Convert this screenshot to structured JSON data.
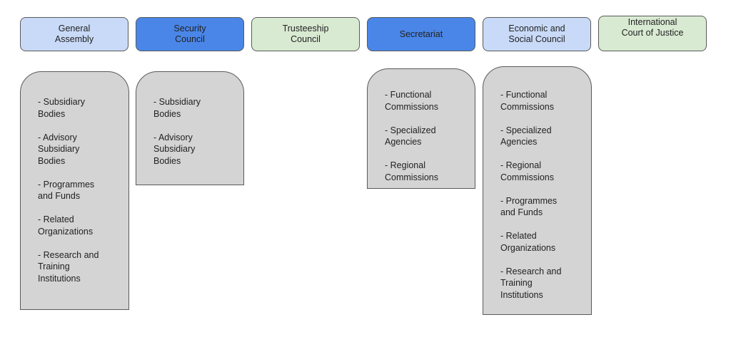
{
  "organs": [
    {
      "id": "ga",
      "label": "General\nAssembly",
      "fill": "#c9daf8"
    },
    {
      "id": "sc",
      "label": "Security\nCouncil",
      "fill": "#4a86e8"
    },
    {
      "id": "tc",
      "label": "Trusteeship\nCouncil",
      "fill": "#d9ead3"
    },
    {
      "id": "sec",
      "label": "Secretariat",
      "fill": "#4a86e8"
    },
    {
      "id": "ecosoc",
      "label": "Economic and\nSocial Council",
      "fill": "#c9daf8"
    },
    {
      "id": "icj",
      "label": "International\nCourt of Justice",
      "fill": "#d9ead3"
    }
  ],
  "panels": {
    "ga": [
      "- Subsidiary\nBodies",
      "- Advisory\nSubsidiary\nBodies",
      "- Programmes\nand Funds",
      "- Related\nOrganizations",
      "- Research and\nTraining\nInstitutions"
    ],
    "sc": [
      "- Subsidiary\nBodies",
      "- Advisory\nSubsidiary\nBodies"
    ],
    "sec": [
      "- Functional\nCommissions",
      "- Specialized\nAgencies",
      "- Regional\nCommissions"
    ],
    "ecosoc": [
      "- Functional\nCommissions",
      "- Specialized\nAgencies",
      "- Regional\nCommissions",
      "- Programmes\nand Funds",
      "- Related\nOrganizations",
      "- Research and\nTraining\nInstitutions"
    ]
  },
  "colors": {
    "light_blue": "#c9daf8",
    "dark_blue": "#4a86e8",
    "light_green": "#d9ead3",
    "panel_gray": "#d4d4d4",
    "border": "#5a5a5a"
  }
}
